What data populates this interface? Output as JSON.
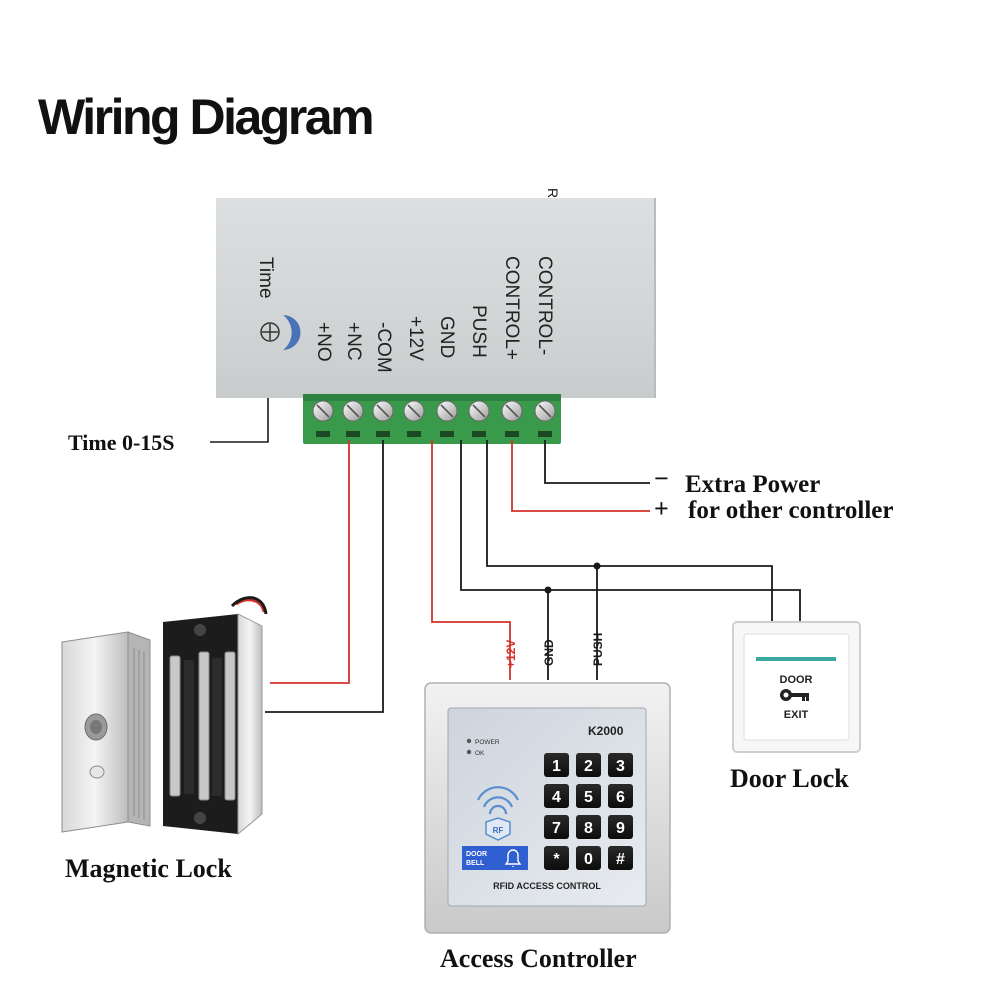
{
  "title": "Wiring Diagram",
  "controller": {
    "time_label": "Time",
    "terminals": [
      "+NO",
      "+NC",
      "-COM",
      "+12V",
      "GND",
      "PUSH",
      "CONTROL+",
      "CONTROL-"
    ],
    "partial_label": "R"
  },
  "labels": {
    "time_range": "Time  0-15S",
    "extra_power_minus": "−",
    "extra_power_line1": "Extra Power",
    "extra_power_plus": "+",
    "extra_power_line2": "for other controller",
    "door_lock": "Door Lock",
    "magnetic_lock": "Magnetic Lock",
    "access_controller": "Access Controller"
  },
  "wire_labels": {
    "v12": "+12V",
    "gnd": "GND",
    "push": "PUSH"
  },
  "exit_button": {
    "line1": "DOOR",
    "line2": "EXIT"
  },
  "keypad": {
    "model": "K2000",
    "power_led": "POWER",
    "ok_led": "OK",
    "rf_badge": "RF",
    "doorbell_line1": "DOOR",
    "doorbell_line2": "BELL",
    "footer": "RFID ACCESS CONTROL",
    "keys": [
      "1",
      "2",
      "3",
      "4",
      "5",
      "6",
      "7",
      "8",
      "9",
      "*",
      "0",
      "#"
    ]
  },
  "colors": {
    "wire_red": "#d4312a",
    "wire_black": "#1a1a1a",
    "terminal_green": "#3a9a4c",
    "keypad_blue": "#2f5fd0"
  }
}
